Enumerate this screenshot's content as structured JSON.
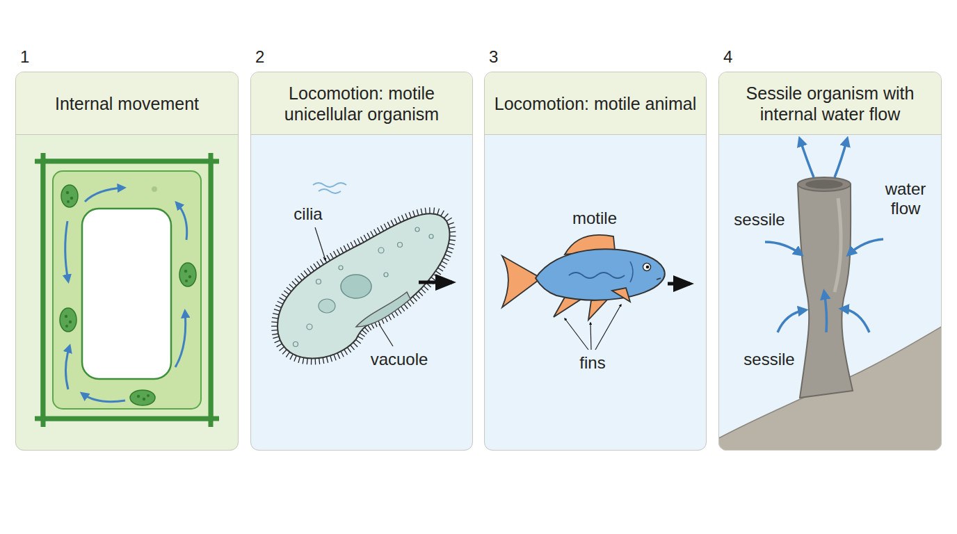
{
  "diagram": {
    "nodes": [
      {
        "text": [
          "1",
          "Internal movement"
        ]
      },
      {
        "text": [
          "2",
          "Locomotion: motile unicellular organism"
        ]
      },
      {
        "text": [
          "3",
          "Locomotion: motile animal"
        ]
      },
      {
        "text": [
          "4",
          "Sessile organism with internal water flow"
        ]
      }
    ],
    "labels": [
      "cilia",
      "vacuole",
      "motile",
      "fins",
      "sessile",
      "water flow",
      "sessile"
    ]
  }
}
